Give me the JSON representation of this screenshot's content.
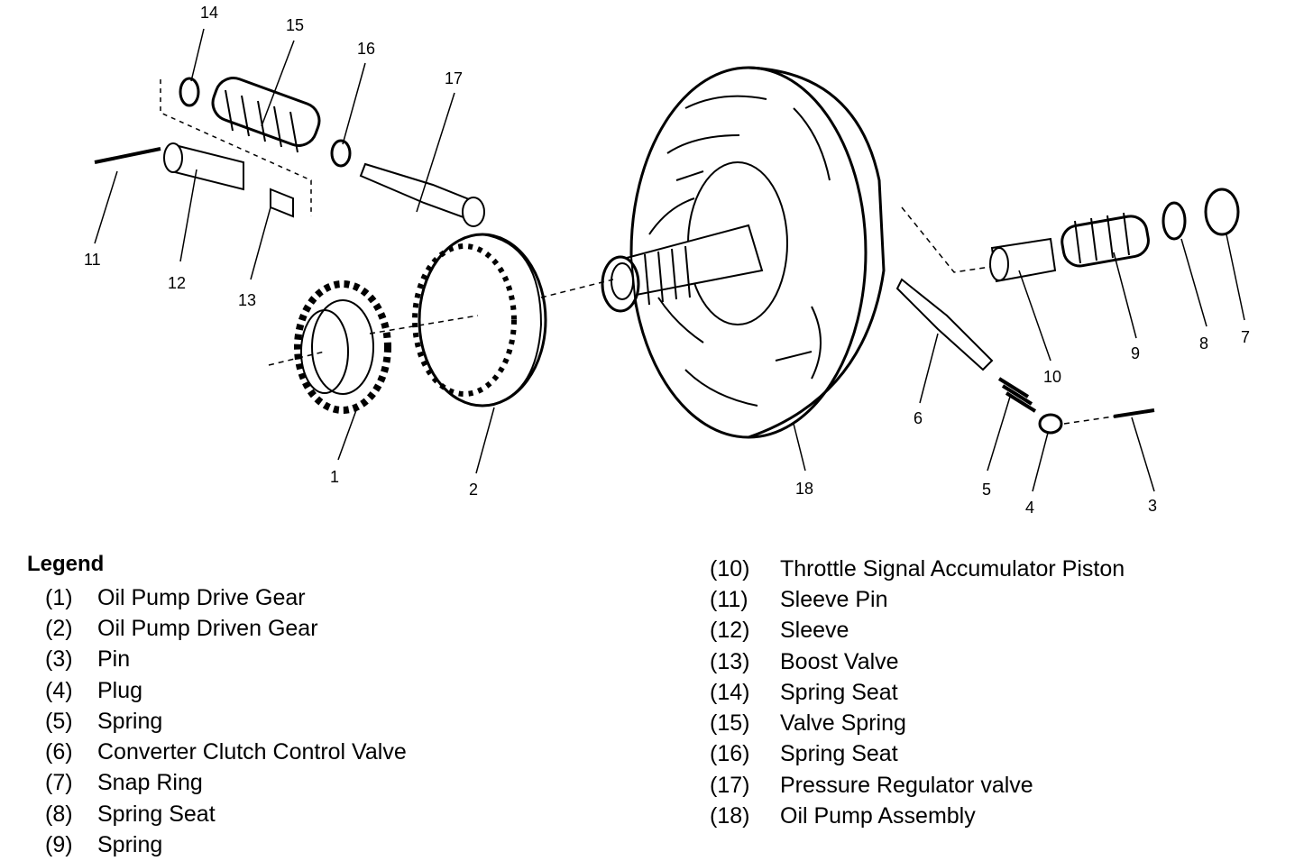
{
  "callouts": [
    "1",
    "2",
    "3",
    "4",
    "5",
    "6",
    "7",
    "8",
    "9",
    "10",
    "11",
    "12",
    "13",
    "14",
    "15",
    "16",
    "17",
    "18"
  ],
  "legend": {
    "title": "Legend",
    "items": [
      {
        "ref": "(1)",
        "label": "Oil Pump Drive Gear"
      },
      {
        "ref": "(2)",
        "label": "Oil Pump Driven Gear"
      },
      {
        "ref": "(3)",
        "label": "Pin"
      },
      {
        "ref": "(4)",
        "label": "Plug"
      },
      {
        "ref": "(5)",
        "label": "Spring"
      },
      {
        "ref": "(6)",
        "label": "Converter Clutch Control Valve"
      },
      {
        "ref": "(7)",
        "label": "Snap Ring"
      },
      {
        "ref": "(8)",
        "label": "Spring Seat"
      },
      {
        "ref": "(9)",
        "label": "Spring"
      },
      {
        "ref": "(10)",
        "label": "Throttle Signal Accumulator Piston"
      },
      {
        "ref": "(11)",
        "label": "Sleeve Pin"
      },
      {
        "ref": "(12)",
        "label": "Sleeve"
      },
      {
        "ref": "(13)",
        "label": "Boost Valve"
      },
      {
        "ref": "(14)",
        "label": "Spring Seat"
      },
      {
        "ref": "(15)",
        "label": "Valve Spring"
      },
      {
        "ref": "(16)",
        "label": "Spring Seat"
      },
      {
        "ref": "(17)",
        "label": "Pressure Regulator valve"
      },
      {
        "ref": "(18)",
        "label": "Oil Pump Assembly"
      }
    ]
  }
}
